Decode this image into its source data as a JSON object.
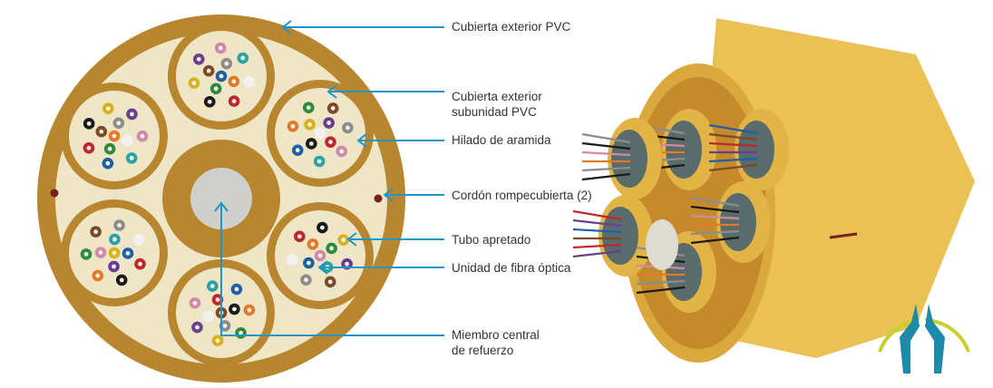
{
  "colors": {
    "jacket": "#b7862f",
    "jacket_light": "#c9a055",
    "cream": "#efe6c8",
    "leader": "#1f96c8",
    "ripcord": "#7a1e1e",
    "strength": "#cfcfcc",
    "cable_yellow": "#e9c155",
    "logo_arc": "#c9cf2a",
    "logo_tool": "#1c8aa8"
  },
  "labels": [
    {
      "id": "outer-jacket",
      "text": "Cubierta exterior PVC"
    },
    {
      "id": "subunit-jacket",
      "lines": [
        "Cubierta exterior",
        "subunidad PVC"
      ]
    },
    {
      "id": "aramid-yarn",
      "text": "Hilado de aramida"
    },
    {
      "id": "ripcord",
      "text": "Cordón rompecubierta (2)"
    },
    {
      "id": "tight-buffer",
      "text": "Tubo apretado"
    },
    {
      "id": "fiber-unit",
      "text": "Unidad de fibra óptica"
    },
    {
      "id": "central-member",
      "lines": [
        "Miembro central",
        "de refuerzo"
      ]
    }
  ],
  "fiber_colors": [
    "#1f5fa8",
    "#e07a2a",
    "#2e8a3c",
    "#7a4a2a",
    "#8c8c8c",
    "#f2f2f2",
    "#c0262d",
    "#1a1a1a",
    "#d6b21c",
    "#6b3d8f",
    "#d08aa8",
    "#2aa3a3"
  ],
  "logo": {
    "name": "cable-stripper-tool-icon"
  }
}
